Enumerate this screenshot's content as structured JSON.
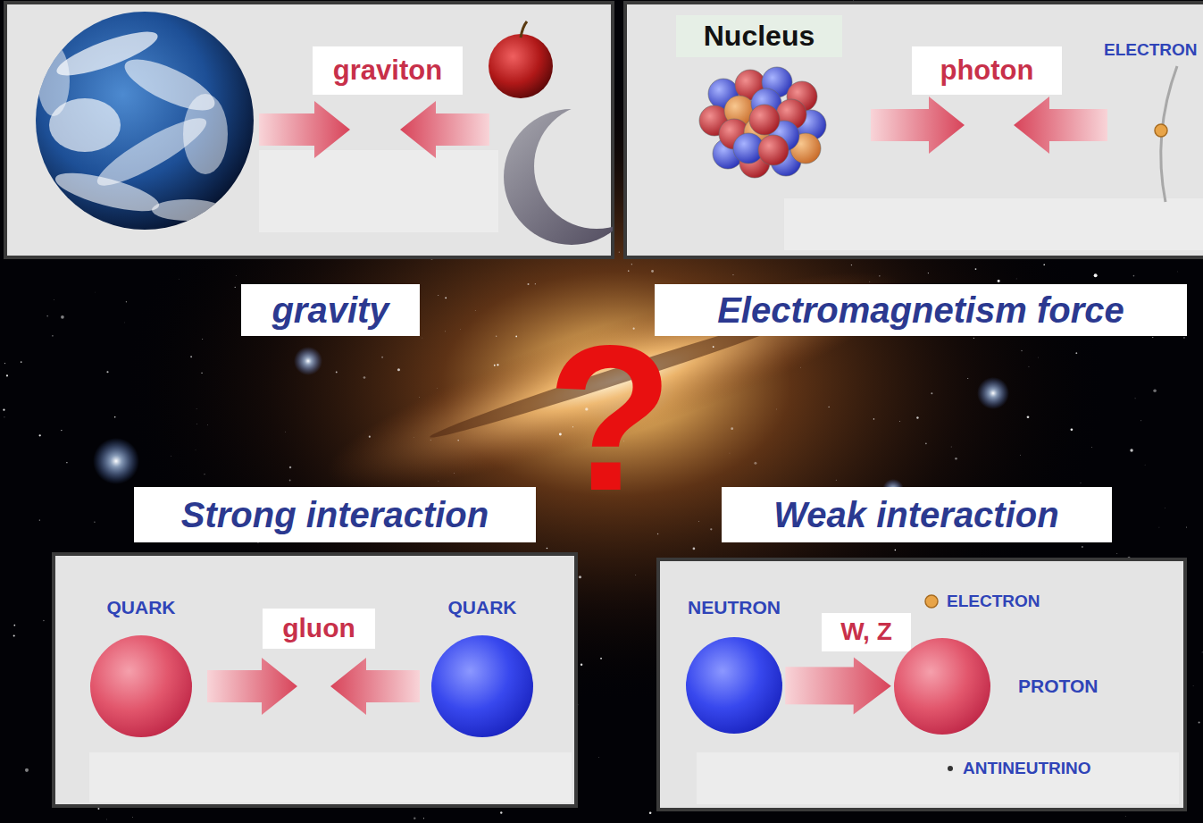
{
  "diagram": {
    "nodes": [
      {
        "text": [
          "graviton"
        ]
      },
      {
        "text": [
          "Nucleus"
        ]
      },
      {
        "text": [
          "photon"
        ]
      },
      {
        "text": [
          "gravity"
        ]
      },
      {
        "text": [
          "Electromagnetism force"
        ]
      },
      {
        "text": [
          "Strong interaction"
        ]
      },
      {
        "text": [
          "Weak interaction"
        ]
      },
      {
        "text": [
          "QUARK"
        ]
      },
      {
        "text": [
          "gluon"
        ]
      },
      {
        "text": [
          "QUARK"
        ]
      },
      {
        "text": [
          "NEUTRON"
        ]
      },
      {
        "text": [
          "W, Z"
        ]
      },
      {
        "text": [
          "PROTON"
        ]
      }
    ],
    "edges": [
      {
        "from": 10,
        "to": 12,
        "arrow": "to"
      }
    ],
    "labels": [
      "ELECTRON",
      "?",
      "ELECTRON",
      "ANTINEUTRINO"
    ]
  }
}
